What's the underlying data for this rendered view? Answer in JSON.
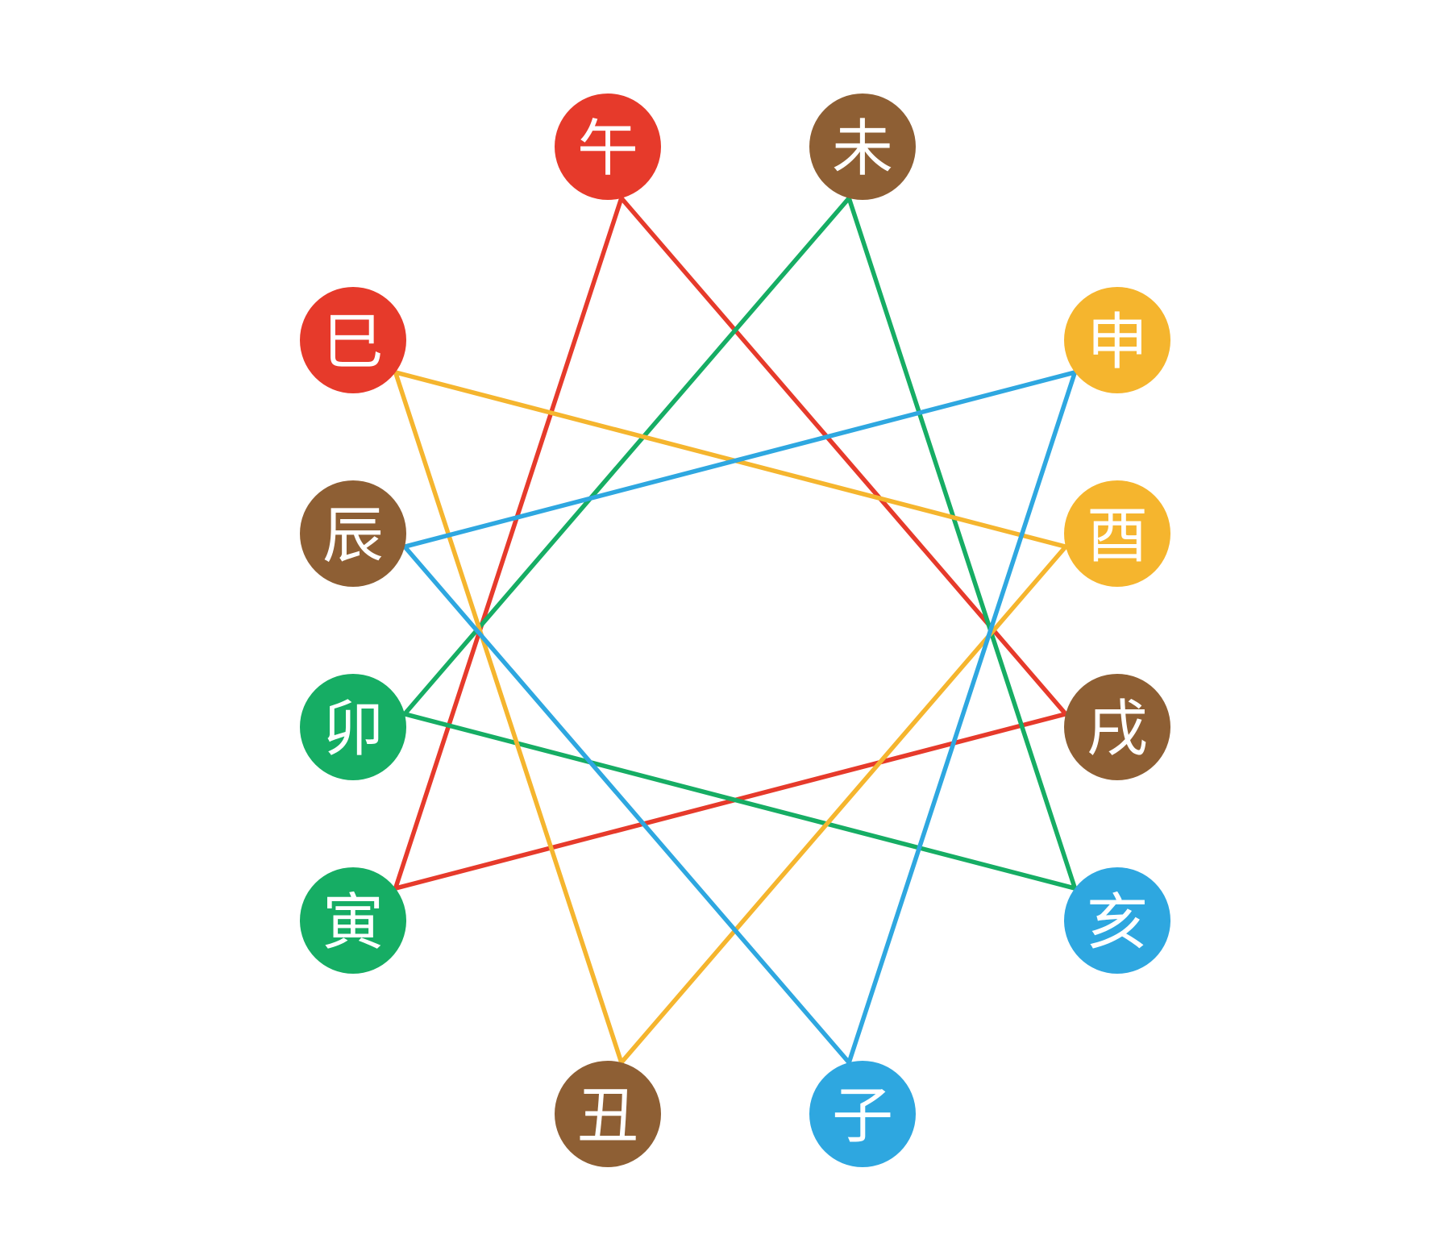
{
  "colors": {
    "red": "#e63a2b",
    "brown": "#8e5f34",
    "yellow": "#f5b52e",
    "green": "#16ad64",
    "blue": "#2ea7e0"
  },
  "branches": [
    {
      "id": "wu",
      "label": "午",
      "color": "red"
    },
    {
      "id": "wei",
      "label": "未",
      "color": "brown"
    },
    {
      "id": "si",
      "label": "巳",
      "color": "red"
    },
    {
      "id": "shen",
      "label": "申",
      "color": "yellow"
    },
    {
      "id": "chen",
      "label": "辰",
      "color": "brown"
    },
    {
      "id": "you",
      "label": "酉",
      "color": "yellow"
    },
    {
      "id": "mao",
      "label": "卯",
      "color": "green"
    },
    {
      "id": "xu",
      "label": "戌",
      "color": "brown"
    },
    {
      "id": "yin",
      "label": "寅",
      "color": "green"
    },
    {
      "id": "hai",
      "label": "亥",
      "color": "blue"
    },
    {
      "id": "chou",
      "label": "丑",
      "color": "brown"
    },
    {
      "id": "zi",
      "label": "子",
      "color": "blue"
    }
  ],
  "connections": [
    {
      "from": "yin",
      "to": "wu",
      "color": "red"
    },
    {
      "from": "wu",
      "to": "xu",
      "color": "red"
    },
    {
      "from": "xu",
      "to": "yin",
      "color": "red"
    },
    {
      "from": "hai",
      "to": "mao",
      "color": "green"
    },
    {
      "from": "mao",
      "to": "wei",
      "color": "green"
    },
    {
      "from": "wei",
      "to": "hai",
      "color": "green"
    },
    {
      "from": "si",
      "to": "you",
      "color": "yellow"
    },
    {
      "from": "you",
      "to": "chou",
      "color": "yellow"
    },
    {
      "from": "chou",
      "to": "si",
      "color": "yellow"
    },
    {
      "from": "shen",
      "to": "zi",
      "color": "blue"
    },
    {
      "from": "zi",
      "to": "chen",
      "color": "blue"
    },
    {
      "from": "chen",
      "to": "shen",
      "color": "blue"
    }
  ]
}
